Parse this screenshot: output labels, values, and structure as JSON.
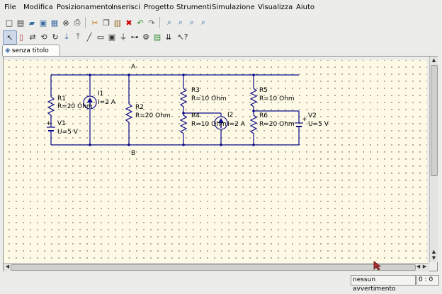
{
  "menu": {
    "file": "File",
    "modifica": "Modifica",
    "posizionamento": "Posizionamento",
    "inserisci": "Inserisci",
    "progetto": "Progetto",
    "strumenti": "Strumenti",
    "simulazione": "Simulazione",
    "visualizza": "Visualizza",
    "aiuto": "Aiuto"
  },
  "tab": {
    "label": "senza titolo"
  },
  "circuit": {
    "node_a": "A",
    "node_b": "B",
    "r1": {
      "name": "R1",
      "value": "R=20 Ohm"
    },
    "i1": {
      "name": "I1",
      "value": "I=2 A"
    },
    "v1": {
      "name": "V1",
      "value": "U=5 V"
    },
    "r2": {
      "name": "R2",
      "value": "R=20 Ohm"
    },
    "r3": {
      "name": "R3",
      "value": "R=10 Ohm"
    },
    "r4": {
      "name": "R4",
      "value": "R=10 Ohm"
    },
    "i2": {
      "name": "I2",
      "value": "I=2 A"
    },
    "r5": {
      "name": "R5",
      "value": "R=10 Ohm"
    },
    "r6": {
      "name": "R6",
      "value": "R=20 Ohm"
    },
    "v2": {
      "name": "V2",
      "value": "U=5 V"
    },
    "plus": "+"
  },
  "status": {
    "message": "nessun avvertimento",
    "position": "0 : 0"
  }
}
